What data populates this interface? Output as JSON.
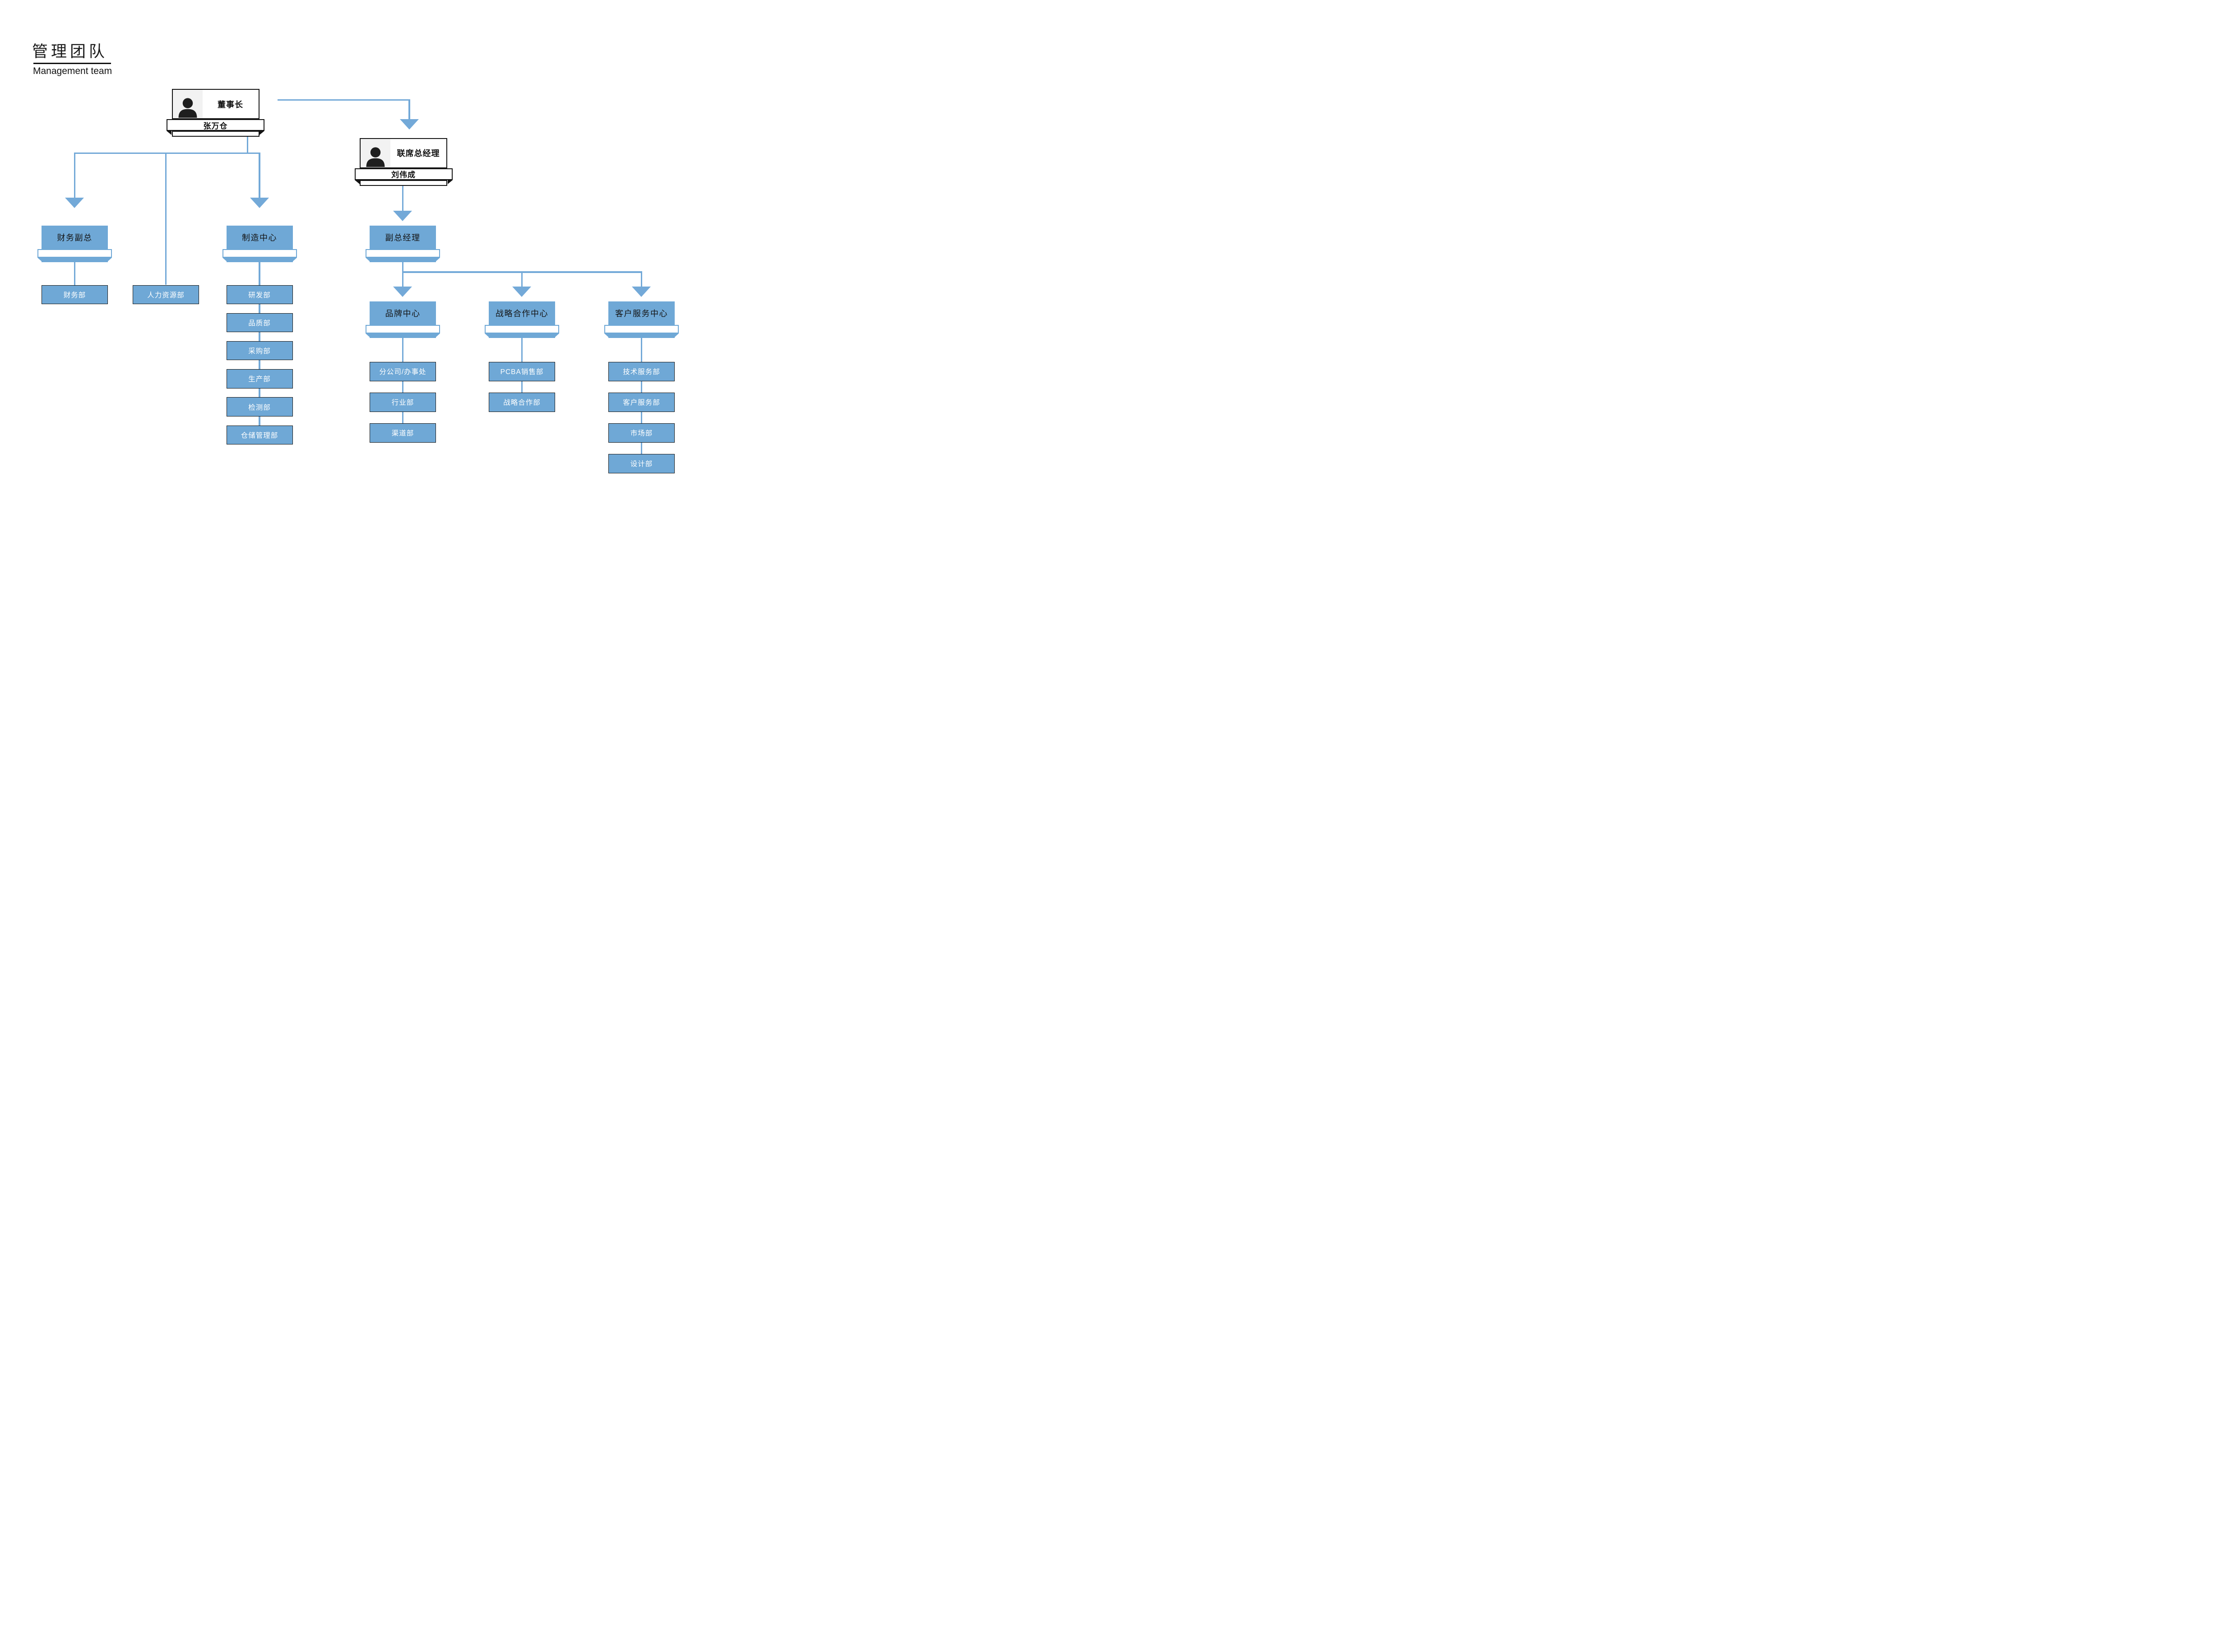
{
  "header": {
    "title_cn": "管理团队",
    "title_en": "Management team"
  },
  "org": {
    "executives": [
      {
        "role": "董事长",
        "name": "张万仓",
        "icon": "person-icon"
      },
      {
        "role": "联席总经理",
        "name": "刘伟成",
        "icon": "person-icon"
      }
    ],
    "columns": [
      {
        "header": "财务副总",
        "departments": [
          "财务部"
        ]
      },
      {
        "header": "",
        "departments": [
          "人力资源部"
        ]
      },
      {
        "header": "制造中心",
        "departments": [
          "研发部",
          "品质部",
          "采购部",
          "生产部",
          "检测部",
          "仓储管理部"
        ]
      },
      {
        "header": "副总经理",
        "departments": []
      },
      {
        "header": "品牌中心",
        "departments": [
          "分公司/办事处",
          "行业部",
          "渠道部"
        ]
      },
      {
        "header": "战略合作中心",
        "departments": [
          "PCBA销售部",
          "战略合作部"
        ]
      },
      {
        "header": "客户服务中心",
        "departments": [
          "技术服务部",
          "客户服务部",
          "市场部",
          "设计部"
        ]
      }
    ]
  },
  "colors": {
    "box_blue": "#6FA8D6",
    "line_blue": "#73A9D8",
    "ink": "#141414",
    "photo_bg": "#F2F2F2",
    "dept_text": "#FFFFFF"
  }
}
